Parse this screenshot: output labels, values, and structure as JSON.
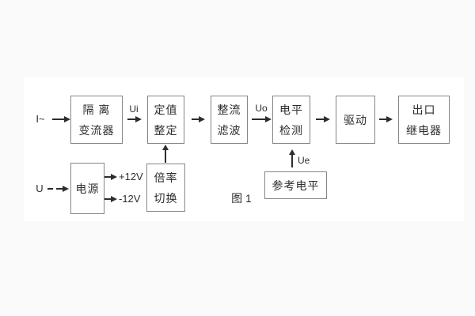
{
  "figure": {
    "caption": "图 1",
    "io_labels": {
      "current_input": "I~",
      "voltage_input": "U"
    },
    "signal_labels": {
      "ui": "Ui",
      "uo": "Uo",
      "ue": "Ue"
    },
    "power_rails": {
      "positive": "+12V",
      "negative": "-12V"
    },
    "blocks": {
      "isolation": {
        "line1": "隔 离",
        "line2": "变流器"
      },
      "setpoint": {
        "line1": "定值",
        "line2": "整定"
      },
      "rectifier_filter": {
        "line1": "整流",
        "line2": "滤波"
      },
      "level_detect": {
        "line1": "电平",
        "line2": "检测"
      },
      "drive": {
        "line1": "驱动"
      },
      "output_relay": {
        "line1": "出口",
        "line2": "继电器"
      },
      "power_supply": {
        "line1": "电源"
      },
      "rate_switch": {
        "line1": "倍率",
        "line2": "切换"
      },
      "reference_level": {
        "line1": "参考电平"
      }
    },
    "colors": {
      "line": "#2d2d2d",
      "box_border": "#858585",
      "panel": "#ffffff",
      "background": "#fafafa"
    }
  }
}
